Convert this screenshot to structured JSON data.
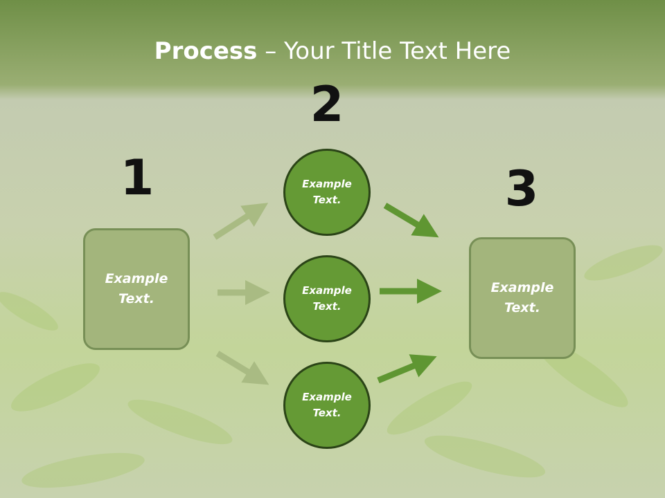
{
  "slide": {
    "title_bold": "Process",
    "title_dash": " – ",
    "title_rest": "Your Title Text Here"
  },
  "steps": {
    "n1": "1",
    "n2": "2",
    "n3": "3"
  },
  "box_left": {
    "text": "Example\nText."
  },
  "box_right": {
    "text": "Example\nText."
  },
  "circles": [
    {
      "text": "Example\nText."
    },
    {
      "text": "Example\nText."
    },
    {
      "text": "Example\nText."
    }
  ],
  "colors": {
    "box_fill": "#a3b57c",
    "circle_fill": "#659a35",
    "arrow_light": "#a9bb83",
    "arrow_dark": "#5f9632"
  }
}
